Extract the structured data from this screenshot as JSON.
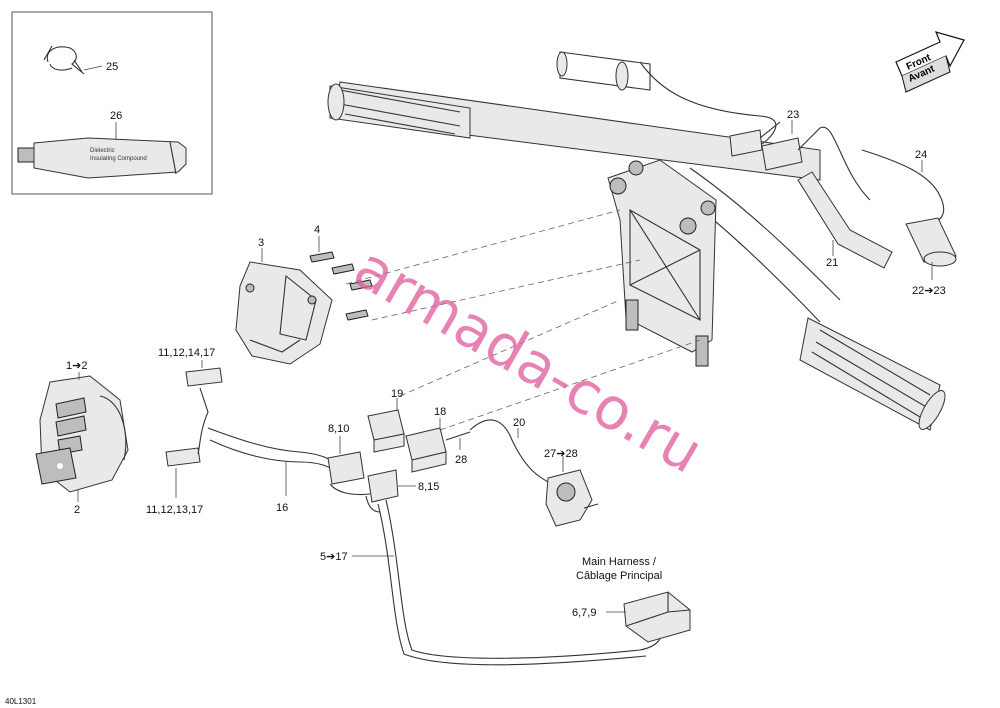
{
  "drawing_code": "40L1301",
  "watermark": "armada-co.ru",
  "front_arrow": {
    "line1": "Front",
    "line2": "Avant"
  },
  "main_harness": {
    "line1": "Main Harness /",
    "line2": "Câblage Principal"
  },
  "tube_text": {
    "line1": "Dielectric",
    "line2": "Insulating Compound"
  },
  "callouts": {
    "c25": "25",
    "c26": "26",
    "c3": "3",
    "c4": "4",
    "c1_2": "1➔2",
    "c2": "2",
    "c11_12_14_17": "11,12,14,17",
    "c11_12_13_17": "11,12,13,17",
    "c16": "16",
    "c19": "19",
    "c18": "18",
    "c8_10": "8,10",
    "c28": "28",
    "c20": "20",
    "c8_15": "8,15",
    "c27_28": "27➔28",
    "c5_17": "5➔17",
    "c6_7_9": "6,7,9",
    "c23": "23",
    "c24": "24",
    "c21": "21",
    "c22_23": "22➔23"
  }
}
